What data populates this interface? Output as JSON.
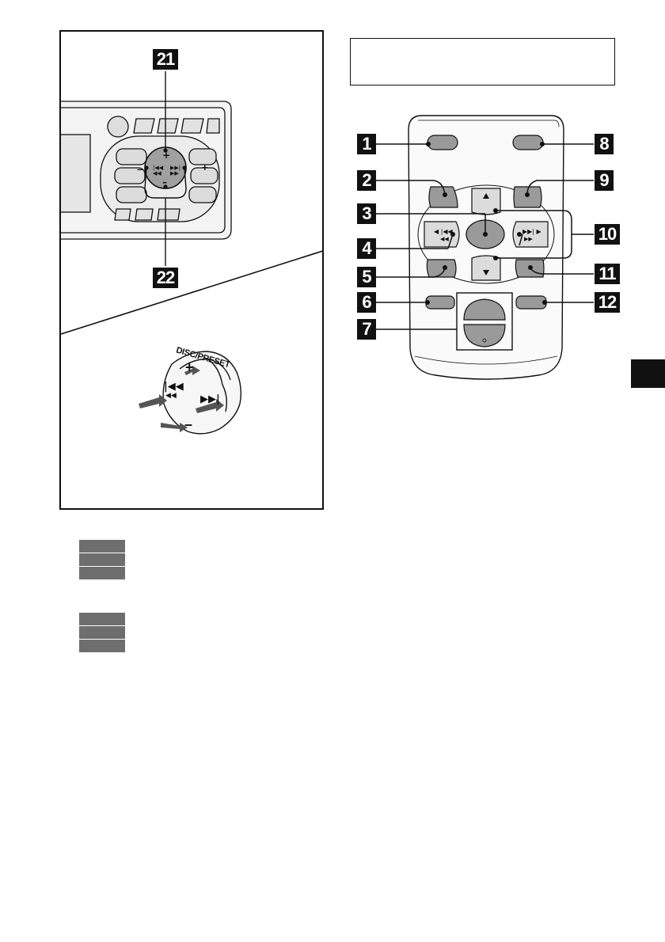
{
  "callouts": {
    "n1": "1",
    "n2": "2",
    "n3": "3",
    "n4": "4",
    "n5": "5",
    "n6": "6",
    "n7": "7",
    "n8": "8",
    "n9": "9",
    "n10": "10",
    "n11": "11",
    "n12": "12",
    "n21": "21",
    "n22": "22"
  },
  "unit_labels": {
    "minus": "–",
    "plus": "+",
    "disc_preset": "DISC/PRESET"
  },
  "colors": {
    "ink": "#111111",
    "button_fill": "#9a9a9a",
    "swatch_gray": "#6e6e6e"
  }
}
